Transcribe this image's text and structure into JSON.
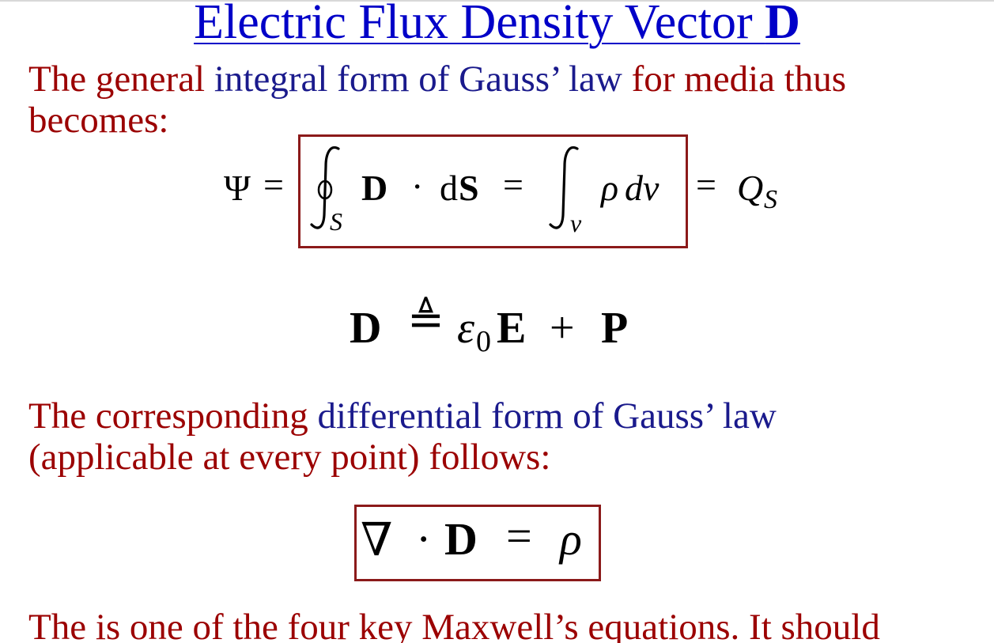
{
  "title": {
    "main": "Electric Flux Density Vector ",
    "bold": "D"
  },
  "para1": {
    "line1_a": "The general ",
    "line1_b": "integral form of Gauss’ law ",
    "line1_c": "for media thus",
    "line2": "becomes:"
  },
  "eq1": {
    "psi": "Ψ",
    "eq": "=",
    "D": "D",
    "cdot": "·",
    "dS_d": "d",
    "dS_S": "S",
    "eq2": "=",
    "rho": "ρ",
    "dv": "dv",
    "sub_S": "S",
    "sub_v": "v",
    "eq3": "=",
    "Q": "Q",
    "Q_sub": "S"
  },
  "eq2": {
    "D": "D",
    "defeq": "≜",
    "eps": "ε",
    "eps_sub": "0",
    "E": "E",
    "plus": "+",
    "P": "P"
  },
  "para2": {
    "line1_a": "The corresponding ",
    "line1_b": "differential form of Gauss’ law",
    "line2": "(applicable at every point) follows:"
  },
  "eq3": {
    "nabla": "∇",
    "cdot": "·",
    "D": "D",
    "eq": "=",
    "rho": "ρ"
  },
  "para3": {
    "line1": "The is one of the four key Maxwell’s equations. It should"
  },
  "colors": {
    "title": "#0000c8",
    "red_text": "#9b0000",
    "blue_text": "#1a1a8c",
    "box_border": "#8b1a1a"
  }
}
